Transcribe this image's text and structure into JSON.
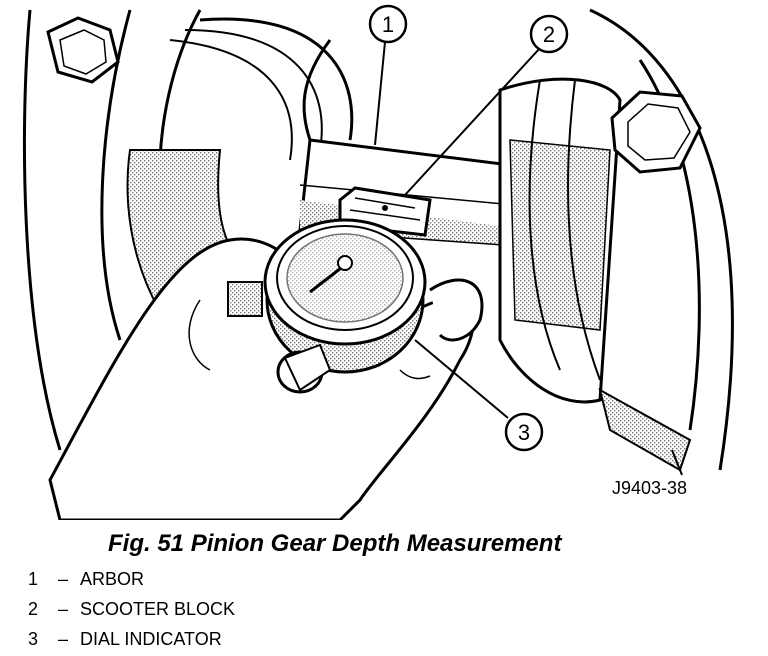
{
  "figure": {
    "id": "J9403-38",
    "caption": "Fig. 51 Pinion Gear Depth Measurement"
  },
  "callouts": [
    {
      "number": "1",
      "label": "ARBOR"
    },
    {
      "number": "2",
      "label": "SCOOTER BLOCK"
    },
    {
      "number": "3",
      "label": "DIAL INDICATOR"
    }
  ],
  "legend_separator": "–"
}
